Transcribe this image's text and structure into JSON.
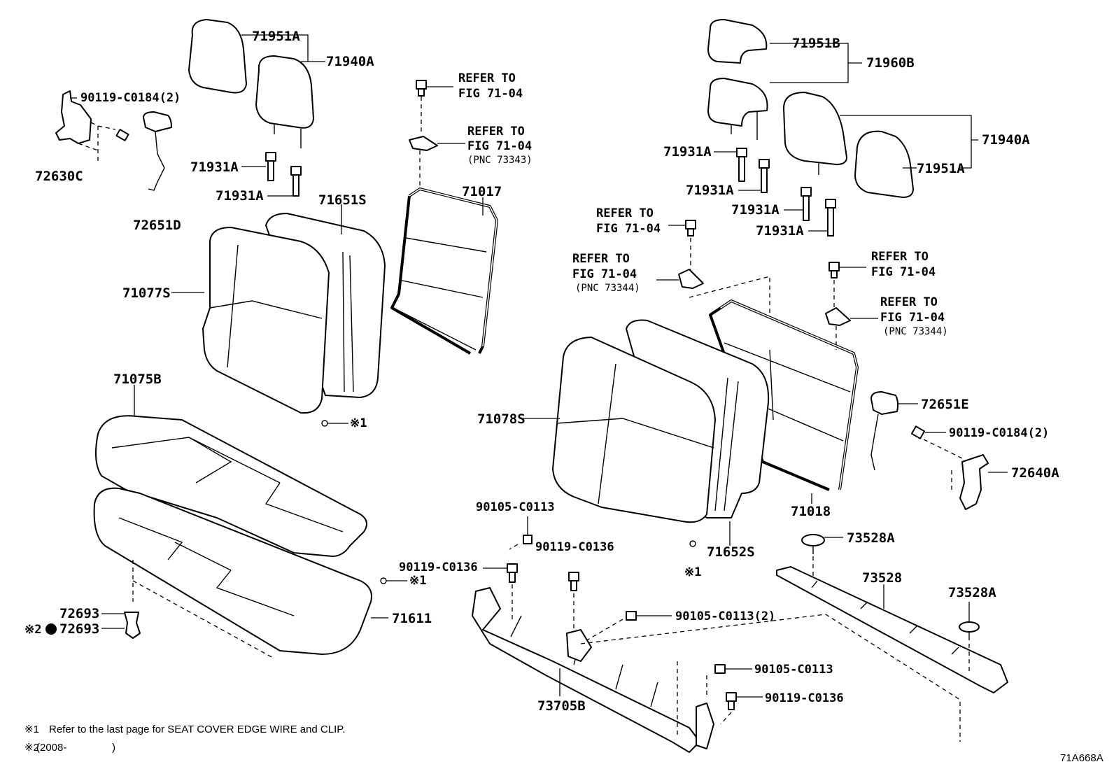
{
  "labels": {
    "p71951A_left": "71951A",
    "p71940A_left": "71940A",
    "p90119_C0184_left": "90119-C0184(2)",
    "p72630C": "72630C",
    "p72651D": "72651D",
    "p71931A_l1": "71931A",
    "p71931A_l2": "71931A",
    "p71651S": "71651S",
    "p71077S": "71077S",
    "p71017": "71017",
    "p71075B": "71075B",
    "p71611": "71611",
    "p72693_a": "72693",
    "p72693_b": "72693",
    "p71951B": "71951B",
    "p71960B": "71960B",
    "p71940A_right": "71940A",
    "p71951A_right": "71951A",
    "p71931A_r1": "71931A",
    "p71931A_r2": "71931A",
    "p71931A_r3": "71931A",
    "p71931A_r4": "71931A",
    "p71078S": "71078S",
    "p71652S": "71652S",
    "p71018": "71018",
    "p72651E": "72651E",
    "p90119_C0184_right": "90119-C0184(2)",
    "p72640A": "72640A",
    "p90105_C0113_a": "90105-C0113",
    "p90119_C0136_a": "90119-C0136",
    "p90119_C0136_b": "90119-C0136",
    "p90105_C0113_2": "90105-C0113(2)",
    "p90105_C0113_b": "90105-C0113",
    "p90119_C0136_c": "90119-C0136",
    "p73705B": "73705B",
    "p73528A_a": "73528A",
    "p73528": "73528",
    "p73528A_b": "73528A"
  },
  "refer": {
    "r1_line1": "REFER TO",
    "r1_line2": "FIG 71-04",
    "r2_line1": "REFER TO",
    "r2_line2": "FIG 71-04",
    "r2_pnc": "(PNC 73343)",
    "r3_line1": "REFER TO",
    "r3_line2": "FIG 71-04",
    "r4_line1": "REFER TO",
    "r4_line2": "FIG 71-04",
    "r4_pnc": "(PNC 73344)",
    "r5_line1": "REFER TO",
    "r5_line2": "FIG 71-04",
    "r6_line1": "REFER TO",
    "r6_line2": "FIG 71-04",
    "r6_pnc": "(PNC 73344)"
  },
  "marks": {
    "m1_a": "※1",
    "m1_b": "※1",
    "m1_c": "※1",
    "m2": "※2"
  },
  "notes": {
    "note1_mark": "※1",
    "note1_text": "Refer to the last page for SEAT COVER EDGE WIRE and CLIP.",
    "note2_mark": "※2",
    "note2_text": "(2008-",
    "note2_close": ")"
  },
  "figure_id": "71A668A"
}
